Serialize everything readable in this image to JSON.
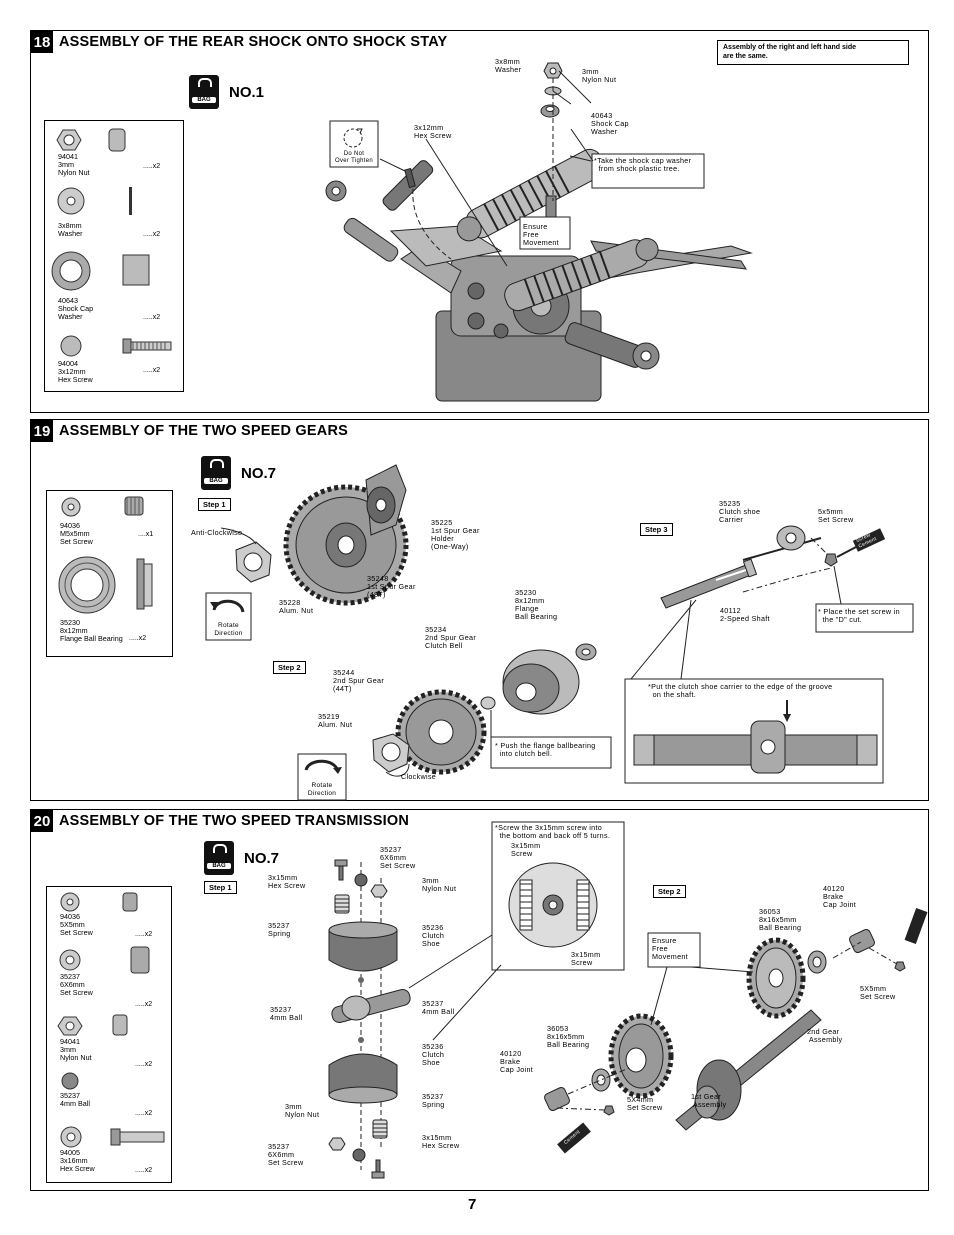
{
  "page_number": "7",
  "s18": {
    "num": "18",
    "title": "ASSEMBLY OF THE REAR SHOCK ONTO SHOCK STAY",
    "bag": "BAG",
    "bag_no": "NO.1",
    "note": "Assembly of the right and left hand side\nare the same.",
    "parts": [
      {
        "label": "94041\n3mm\nNylon Nut",
        "qty": ".....x2"
      },
      {
        "label": "3x8mm\nWasher",
        "qty": ".....x2"
      },
      {
        "label": "40643\nShock Cap\nWasher",
        "qty": ".....x2"
      },
      {
        "label": "94004\n3x12mm\nHex Screw",
        "qty": ".....x2"
      }
    ],
    "labels": {
      "washer": "3x8mm\nWasher",
      "nut": "3mm\nNylon Nut",
      "cap": "40643\nShock Cap\nWasher",
      "screw": "3x12mm\nHex Screw",
      "donot": "Do Not\nOver Tighten",
      "ensure": "Ensure\nFree\nMovement"
    },
    "cap_note": "*Take the shock cap washer\n  from shock plastic tree."
  },
  "s19": {
    "num": "19",
    "title": "ASSEMBLY OF THE TWO SPEED GEARS",
    "bag": "BAG",
    "bag_no": "NO.7",
    "parts": [
      {
        "label": "94036\nM5x5mm\nSet Screw",
        "qty": "....x1"
      },
      {
        "label": "35230\n8x12mm\nFlange Ball Bearing",
        "qty": ".....x2"
      }
    ],
    "step1": "Step 1",
    "step2": "Step 2",
    "step3": "Step 3",
    "labels": {
      "anticlock": "Anti-Clockwise",
      "rotate1": "Rotate\nDirection",
      "nut48": "35228\nAlum. Nut",
      "gear48": "35248\n1st Spur Gear\n(48T)",
      "holder": "35225\n1st Spur Gear\nHolder\n(One-Way)",
      "bearing": "35230\n8x12mm\nFlange\nBall Bearing",
      "clutchbell": "35234\n2nd Spur Gear\nClutch Bell",
      "gear44": "35244\n2nd Spur Gear\n(44T)",
      "nut44": "35219\nAlum. Nut",
      "clockwise": "Clockwise",
      "rotate2": "Rotate\nDirection",
      "carrier": "35235\nClutch shoe\nCarrier",
      "setscrew": "5x5mm\nSet Screw",
      "shaft": "40112\n2-Speed Shaft",
      "cement1": "Screw\nCement"
    },
    "push_note": "* Push the flange ballbearing\n  into clutch bell.",
    "d_note": "* Place the set screw in\n  the \"D\" cut.",
    "groove_note": "*Put the clutch shoe carrier to the edge of the groove\n  on the shaft."
  },
  "s20": {
    "num": "20",
    "title": "ASSEMBLY OF THE TWO SPEED TRANSMISSION",
    "bag": "BAG",
    "bag_no": "NO.7",
    "step1": "Step 1",
    "step2": "Step 2",
    "parts": [
      {
        "label": "94036\n5X5mm\nSet Screw",
        "qty": ".....x2"
      },
      {
        "label": "35237\n6X6mm\nSet Screw",
        "qty": ".....x2"
      },
      {
        "label": "94041\n3mm\nNylon Nut",
        "qty": ".....x2"
      },
      {
        "label": "35237\n4mm Ball",
        "qty": ".....x2"
      },
      {
        "label": "94005\n3x16mm\nHex Screw",
        "qty": ".....x2"
      }
    ],
    "labels": {
      "ss6top": "35237\n6X6mm\nSet Screw",
      "hex15top": "3x15mm\nHex Screw",
      "nut3top": "3mm\nNylon Nut",
      "springtop": "35237\nSpring",
      "shoetop": "35236\nClutch\nShoe",
      "ball4l": "35237\n4mm Ball",
      "ball4r": "35237\n4mm Ball",
      "shoebot": "35236\nClutch\nShoe",
      "springbot": "35237\nSpring",
      "nut3bot": "3mm\nNylon Nut",
      "ss6bot": "35237\n6X6mm\nSet Screw",
      "hex15bot": "3x15mm\nHex Screw",
      "inset1": "3x15mm\nScrew",
      "inset2": "3x15mm\nScrew",
      "ensure": "Ensure\nFree\nMovement",
      "brake1": "40120\nBrake\nCap Joint",
      "bearing1": "36053\n8x16x5mm\nBall Bearing",
      "ss5x5": "5X5mm\nSet Screw",
      "gear2": "2nd Gear\n Assembly",
      "bearing2": "36053\n8x16x5mm\nBall Bearing",
      "brake2": "40120\nBrake\nCap Joint",
      "ss5x4": "5X4mm\nSet Screw",
      "gear1": "1st Gear\n Assembly",
      "cement": "Screw\nCement"
    },
    "screw_note": "*Screw the 3x15mm screw into\n  the bottom and back off 5 turns."
  }
}
